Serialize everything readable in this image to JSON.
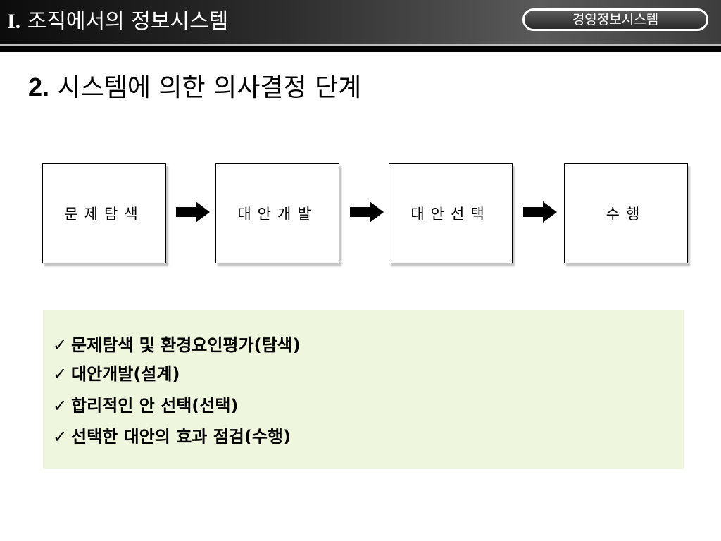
{
  "header": {
    "number": "I.",
    "title": "조직에서의 정보시스템",
    "badge": "경영정보시스템"
  },
  "section": {
    "number": "2.",
    "title": "시스템에 의한 의사결정 단계"
  },
  "steps": [
    {
      "label": "문제탐색"
    },
    {
      "label": "대안개발"
    },
    {
      "label": "대안선택"
    },
    {
      "label": "수행"
    }
  ],
  "notes": [
    {
      "mark": "✓",
      "text": "문제탐색 및 환경요인평가(탐색)"
    },
    {
      "mark": "✓",
      "text": "대안개발(설계)"
    },
    {
      "mark": "✓",
      "text": "합리적인 안 선택(선택)"
    },
    {
      "mark": "✓",
      "text": "선택한 대안의 효과 점검(수행)"
    }
  ],
  "colors": {
    "note_background": "#eef6dd",
    "header_background": "#2e2e2e"
  }
}
